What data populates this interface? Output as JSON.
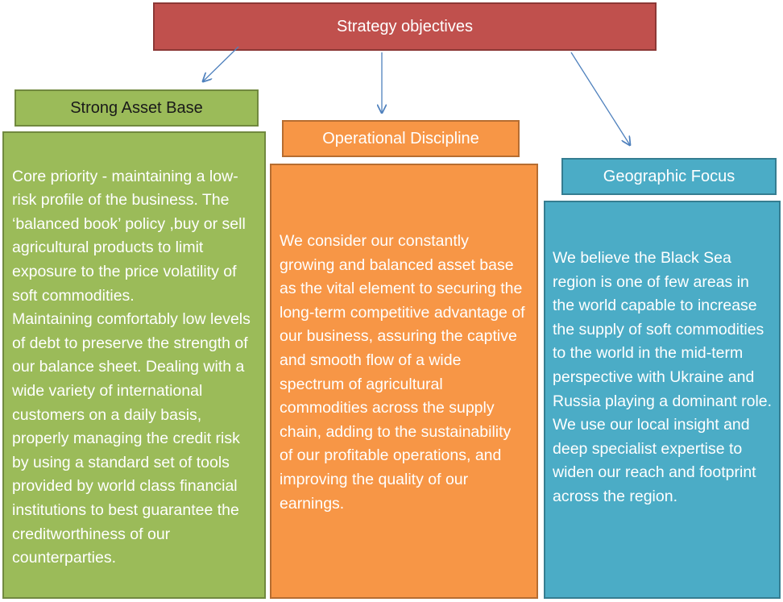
{
  "title": "Strategy objectives",
  "columns": [
    {
      "heading": "Strong Asset Base",
      "text": "Core priority - maintaining a low-risk profile of the business. The ‘balanced book’ policy ,buy or sell agricultural products to limit exposure to the price volatility of soft commodities.\n Maintaining comfortably low levels of debt to preserve the strength of our balance sheet. Dealing with a wide variety of international customers on a daily basis, properly managing the credit risk by using a standard set of tools provided by world class financial institutions to best guarantee the creditworthiness of our counterparties.",
      "color": "#9bbb59"
    },
    {
      "heading": "Operational Discipline",
      "text": "We consider our constantly growing and balanced asset base as the vital element to securing the long-term competitive advantage of our business, assuring the captive and smooth flow of a wide spectrum of agricultural commodities across the supply chain, adding to the sustainability of our profitable operations, and improving the quality of our earnings.",
      "color": "#f79646"
    },
    {
      "heading": "Geographic Focus",
      "text": "We believe the Black Sea region is one of few areas in the world capable to increase the supply of soft commodities to the world in the mid-term perspective with Ukraine and Russia playing a dominant role. We use our local insight and deep specialist expertise to widen our reach and footprint across the region.",
      "color": "#4bacc6"
    }
  ],
  "colors": {
    "title_box": "#c0504d",
    "arrow": "#4f81bd"
  }
}
